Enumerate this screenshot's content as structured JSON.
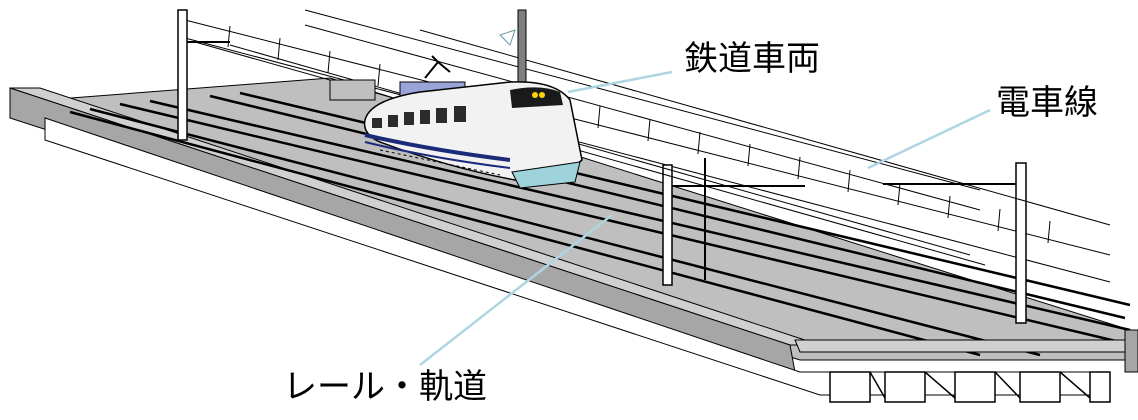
{
  "labels": {
    "vehicle": "鉄道車両",
    "overhead_wire": "電車線",
    "rail_track": "レール・軌道"
  },
  "colors": {
    "deck_top": "#bfbfbf",
    "deck_side": "#a6a6a6",
    "train_body": "#f2f2f2",
    "train_stripe": "#1c2a7a",
    "train_accent": "#9aa4d8",
    "train_nose": "#9fd3dc",
    "leader_line": "#aed6e0",
    "line": "#000000"
  },
  "icons": {
    "train": "train-illustration",
    "pantograph": "pantograph-icon"
  }
}
